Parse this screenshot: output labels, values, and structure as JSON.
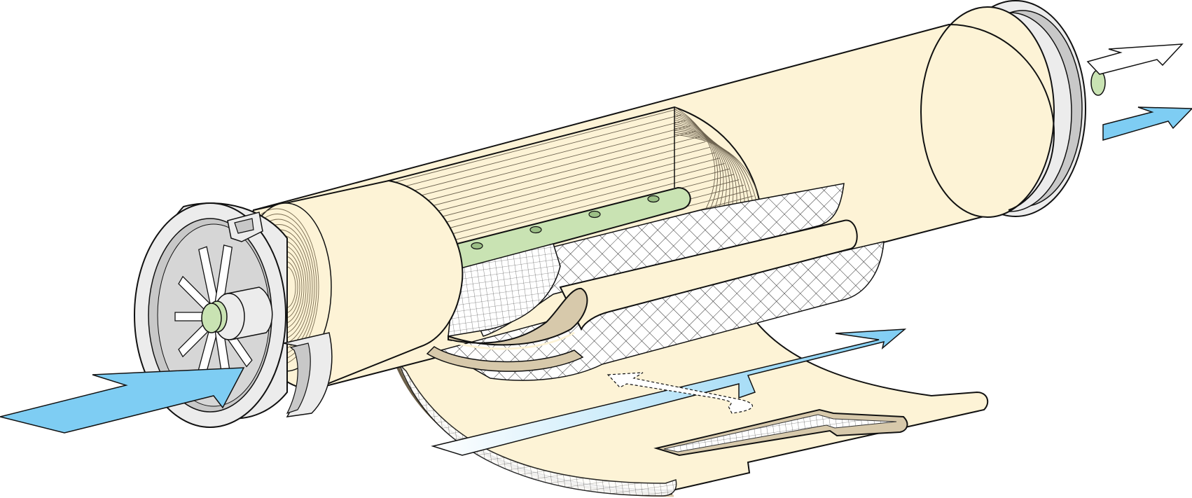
{
  "diagram": {
    "subject": "spiral-wound-membrane-element-cutaway",
    "parts": [
      {
        "id": "brine-seal-carrier",
        "icon": "anti-telescoping-device"
      },
      {
        "id": "outer-wrap",
        "icon": "fiberglass-shell"
      },
      {
        "id": "membrane-leaves",
        "icon": "spiral-membrane"
      },
      {
        "id": "permeate-tube",
        "icon": "perforated-tube"
      },
      {
        "id": "feed-spacer",
        "icon": "mesh-spacer"
      },
      {
        "id": "permeate-carrier",
        "icon": "fabric-spacer"
      },
      {
        "id": "membrane-envelope",
        "icon": "membrane-sheet"
      }
    ],
    "flows": [
      {
        "id": "feed-inlet",
        "icon": "arrow-right",
        "color": "#7ecdf3"
      },
      {
        "id": "concentrate-outlet",
        "icon": "arrow-right",
        "color": "#7ecdf3"
      },
      {
        "id": "feed-channel-flow",
        "icon": "arrow-right",
        "color": "#7ecdf3"
      },
      {
        "id": "permeate-outlet",
        "icon": "arrow-right-outline",
        "color": "#ffffff"
      },
      {
        "id": "permeate-spiral-flow",
        "icon": "arrow-dashed-outline",
        "color": "#ffffff"
      }
    ]
  },
  "colors": {
    "shell": "#fdf3d6",
    "seal_carrier": "#ececec",
    "seal_carrier_dark": "#c8c8c8",
    "permeate_tube": "#c9e3b3",
    "flow_blue": "#7ecdf3",
    "outline": "#111111",
    "membrane_brown": "#d7c9ab"
  }
}
